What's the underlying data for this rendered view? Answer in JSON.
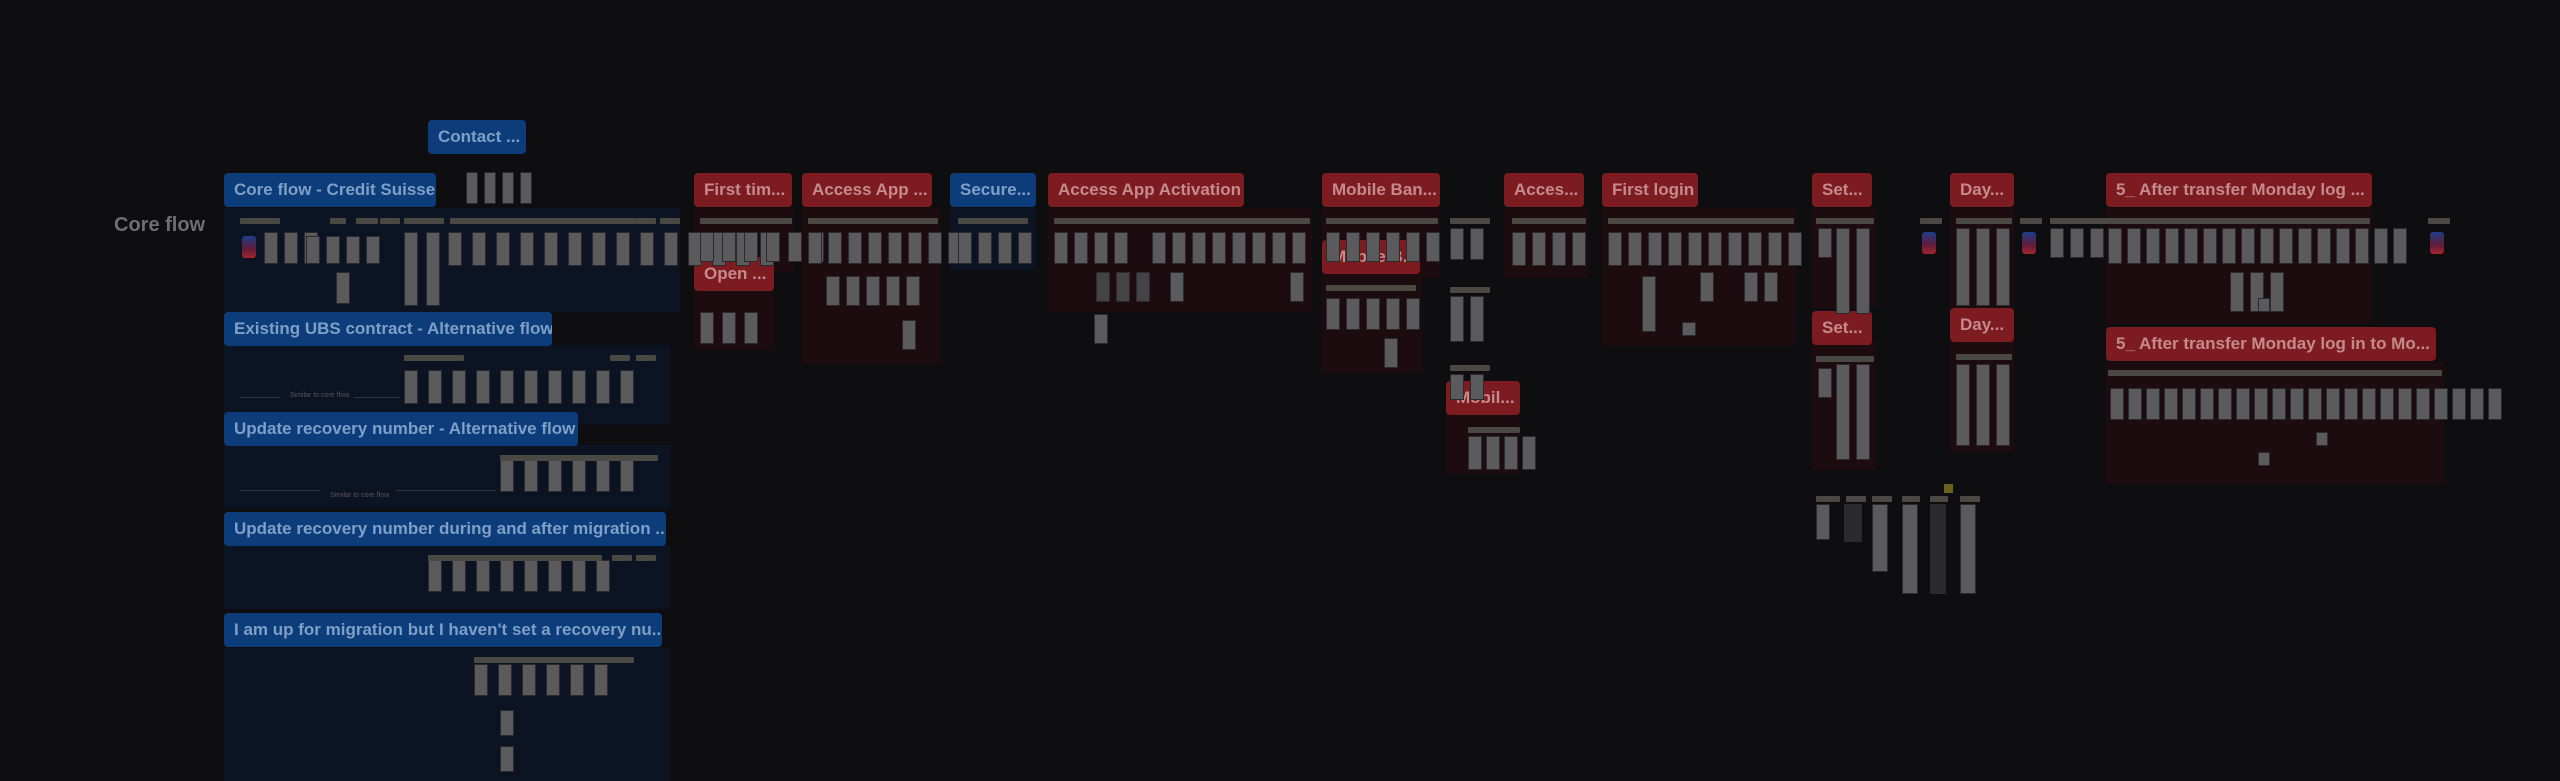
{
  "row_label": "Core flow",
  "blue_tags": [
    "Contact ...",
    "Core flow - Credit Suisse",
    "Existing UBS contract - Alternative flow",
    "Update recovery number - Alternative flow",
    "Update recovery number during and after migration ...",
    "I am up for migration but I haven't set a recovery nu...",
    "Secure..."
  ],
  "red_tags": [
    "First tim...",
    "Open ...",
    "Access App ...",
    "Access App Activation",
    "Mobile Ban...",
    "Mobile B...",
    "Mobil...",
    "Acces...",
    "First login",
    "Set...",
    "Set...",
    "Day...",
    "Day...",
    "5_ After transfer Monday log ...",
    "5_ After transfer Monday log in to Mo..."
  ],
  "notes": [
    "Similar to core flow",
    "Similar to core flow"
  ],
  "colors": {
    "background": "#0e0e10",
    "blue_section": "#0c3d7a",
    "red_section": "#7d1c20"
  }
}
